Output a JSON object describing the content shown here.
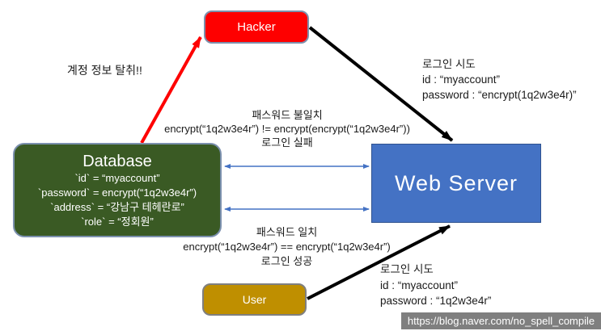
{
  "diagram": {
    "nodes": {
      "hacker": {
        "label": "Hacker",
        "fill": "#fe0000"
      },
      "web_server": {
        "label": "Web Server",
        "fill": "#4472c4"
      },
      "user": {
        "label": "User",
        "fill": "#bf8f00"
      },
      "database": {
        "title": "Database",
        "fill": "#3a5a24",
        "rows": [
          "`id` = “myaccount”",
          "`password` = encrypt(“1q2w3e4r”)",
          "`address` = “강남구 테헤란로”",
          "`role` = “정회원”"
        ]
      }
    },
    "labels": {
      "steal": "계정 정보 탈취!!",
      "hacker_attempt": [
        "로그인 시도",
        "id : “myaccount”",
        "password : “encrypt(1q2w3e4r)”"
      ],
      "mismatch": [
        "패스워드 불일치",
        "encrypt(“1q2w3e4r”) != encrypt(encrypt(“1q2w3e4r”))",
        "로그인 실패"
      ],
      "match": [
        "패스워드 일치",
        "encrypt(“1q2w3e4r”) == encrypt(“1q2w3e4r”)",
        "로그인 성공"
      ],
      "user_attempt": [
        "로그인 시도",
        "id : “myaccount”",
        "password : “1q2w3e4r”"
      ]
    },
    "colors": {
      "steal_arrow": "#fe0000",
      "login_arrow": "#000000",
      "db_sync_arrow": "#4472c4",
      "watermark_bg": "#7f7f7f"
    },
    "watermark": "https://blog.naver.com/no_spell_compile"
  }
}
